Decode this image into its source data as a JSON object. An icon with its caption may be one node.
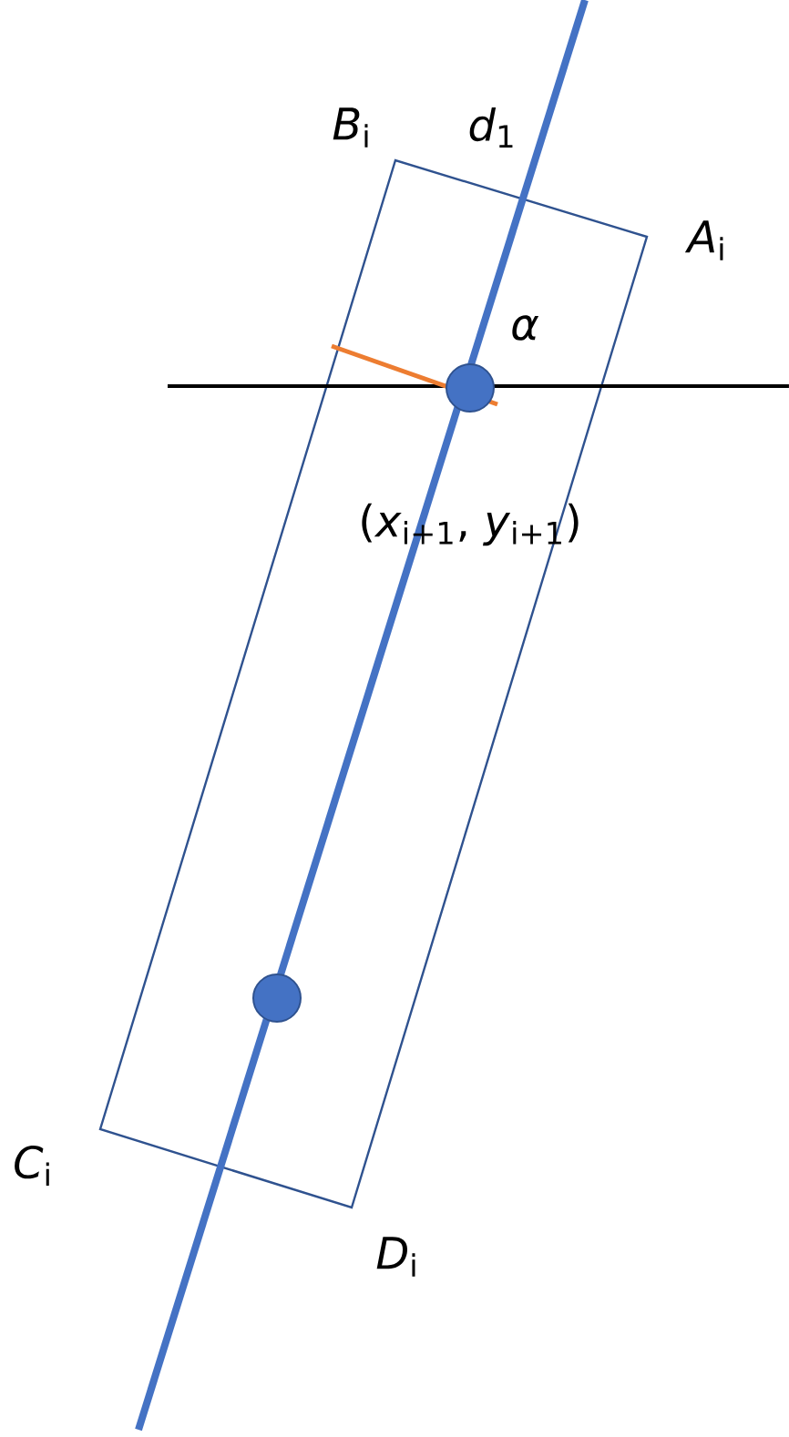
{
  "diagram": {
    "labels": [
      "*B*$_{i}$",
      "*d*$_{1}$",
      "*A*$_{i}$",
      "*α*",
      "(*x*$_{i+1}$, *y*$_{i+1}$)",
      "*C*$_{i}$",
      "*D*$_{i}$"
    ]
  }
}
